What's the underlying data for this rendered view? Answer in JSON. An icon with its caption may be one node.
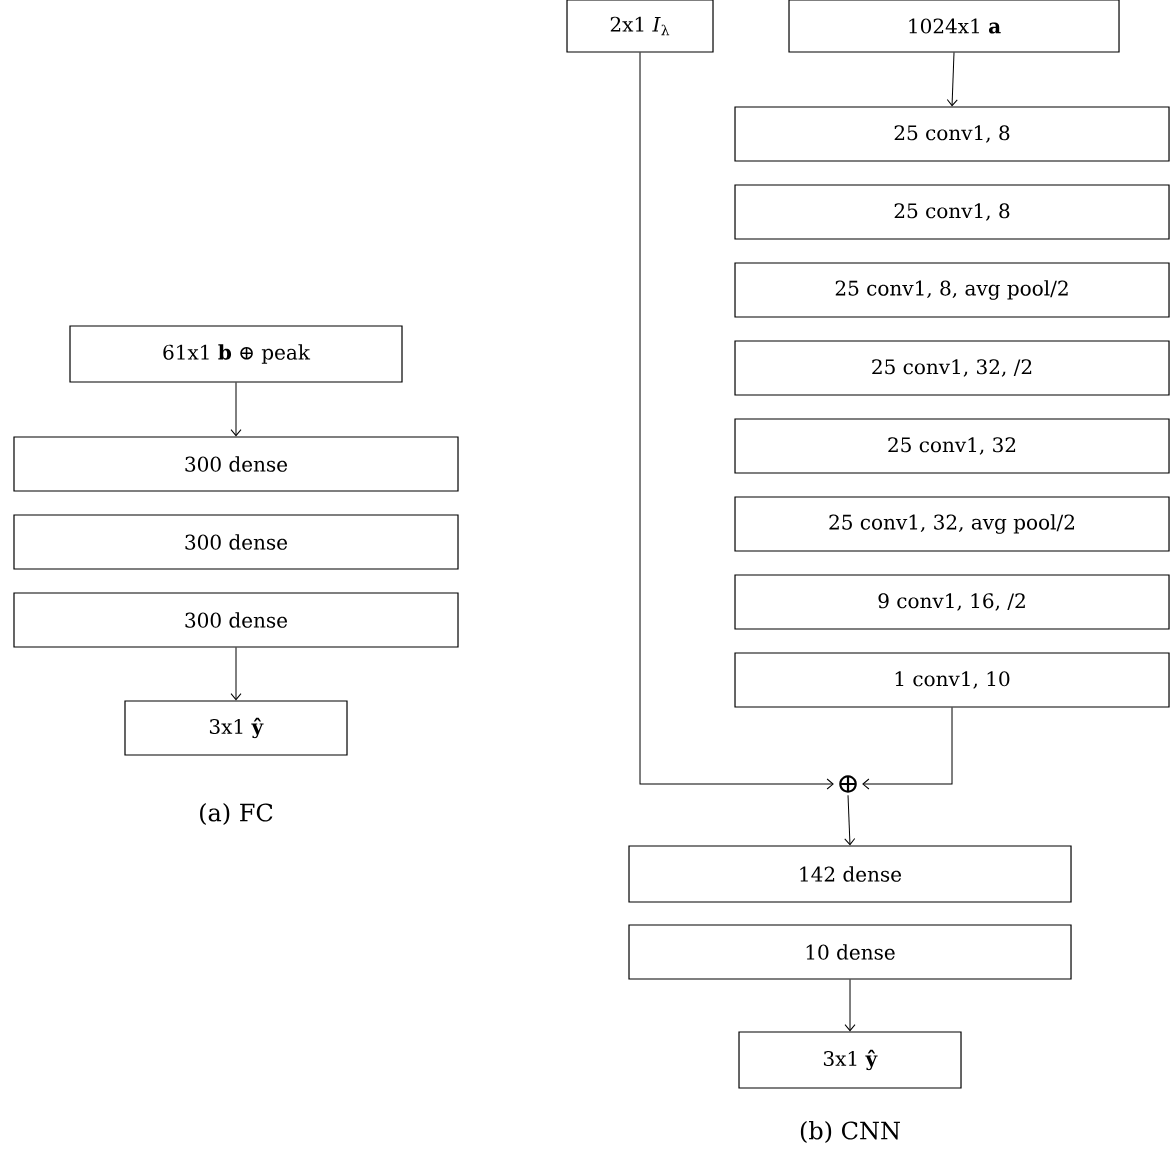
{
  "diagram": {
    "nodes": [
      {
        "text": [
          "61x1 **b** ⊕ peak"
        ]
      },
      {
        "text": [
          "300 dense"
        ]
      },
      {
        "text": [
          "300 dense"
        ]
      },
      {
        "text": [
          "300 dense"
        ]
      },
      {
        "text": [
          "3x1 **ŷ**"
        ]
      },
      {
        "text": [
          "2x1 *I*$_{λ}$"
        ]
      },
      {
        "text": [
          "1024x1 **a**"
        ]
      },
      {
        "text": [
          "25 conv1, 8"
        ]
      },
      {
        "text": [
          "25 conv1, 8"
        ]
      },
      {
        "text": [
          "25 conv1, 8, avg pool/2"
        ]
      },
      {
        "text": [
          "25 conv1, 32, /2"
        ]
      },
      {
        "text": [
          "25 conv1, 32"
        ]
      },
      {
        "text": [
          "25 conv1, 32, avg pool/2"
        ]
      },
      {
        "text": [
          "9 conv1, 16, /2"
        ]
      },
      {
        "text": [
          "1 conv1, 10"
        ]
      },
      {
        "text": [
          "⊕"
        ]
      },
      {
        "text": [
          "142 dense"
        ]
      },
      {
        "text": [
          "10 dense"
        ]
      },
      {
        "text": [
          "3x1 **ŷ**"
        ]
      }
    ],
    "edges": [
      {
        "from": 0,
        "to": 1,
        "arrow": "to"
      },
      {
        "from": 3,
        "to": 4,
        "arrow": "to"
      },
      {
        "from": 6,
        "to": 7,
        "arrow": "to"
      },
      {
        "from": 5,
        "to": 15,
        "arrow": "to"
      },
      {
        "from": 14,
        "to": 15,
        "arrow": "to"
      },
      {
        "from": 15,
        "to": 16,
        "arrow": "to"
      },
      {
        "from": 17,
        "to": 18,
        "arrow": "to"
      }
    ],
    "labels": [
      "(a) FC",
      "(b) CNN"
    ]
  }
}
